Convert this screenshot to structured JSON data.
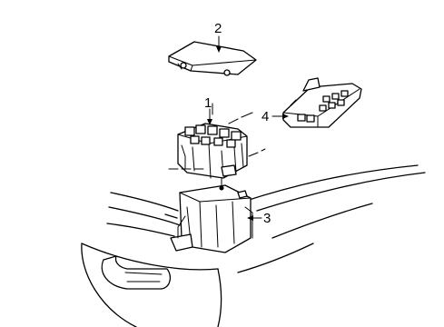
{
  "diagram": {
    "callouts": [
      {
        "id": "1",
        "label": "1",
        "part": "fuse-relay-box-upper"
      },
      {
        "id": "2",
        "label": "2",
        "part": "fuse-box-cover"
      },
      {
        "id": "3",
        "label": "3",
        "part": "fuse-box-lower-bracket"
      },
      {
        "id": "4",
        "label": "4",
        "part": "relay-connector-block"
      }
    ]
  }
}
